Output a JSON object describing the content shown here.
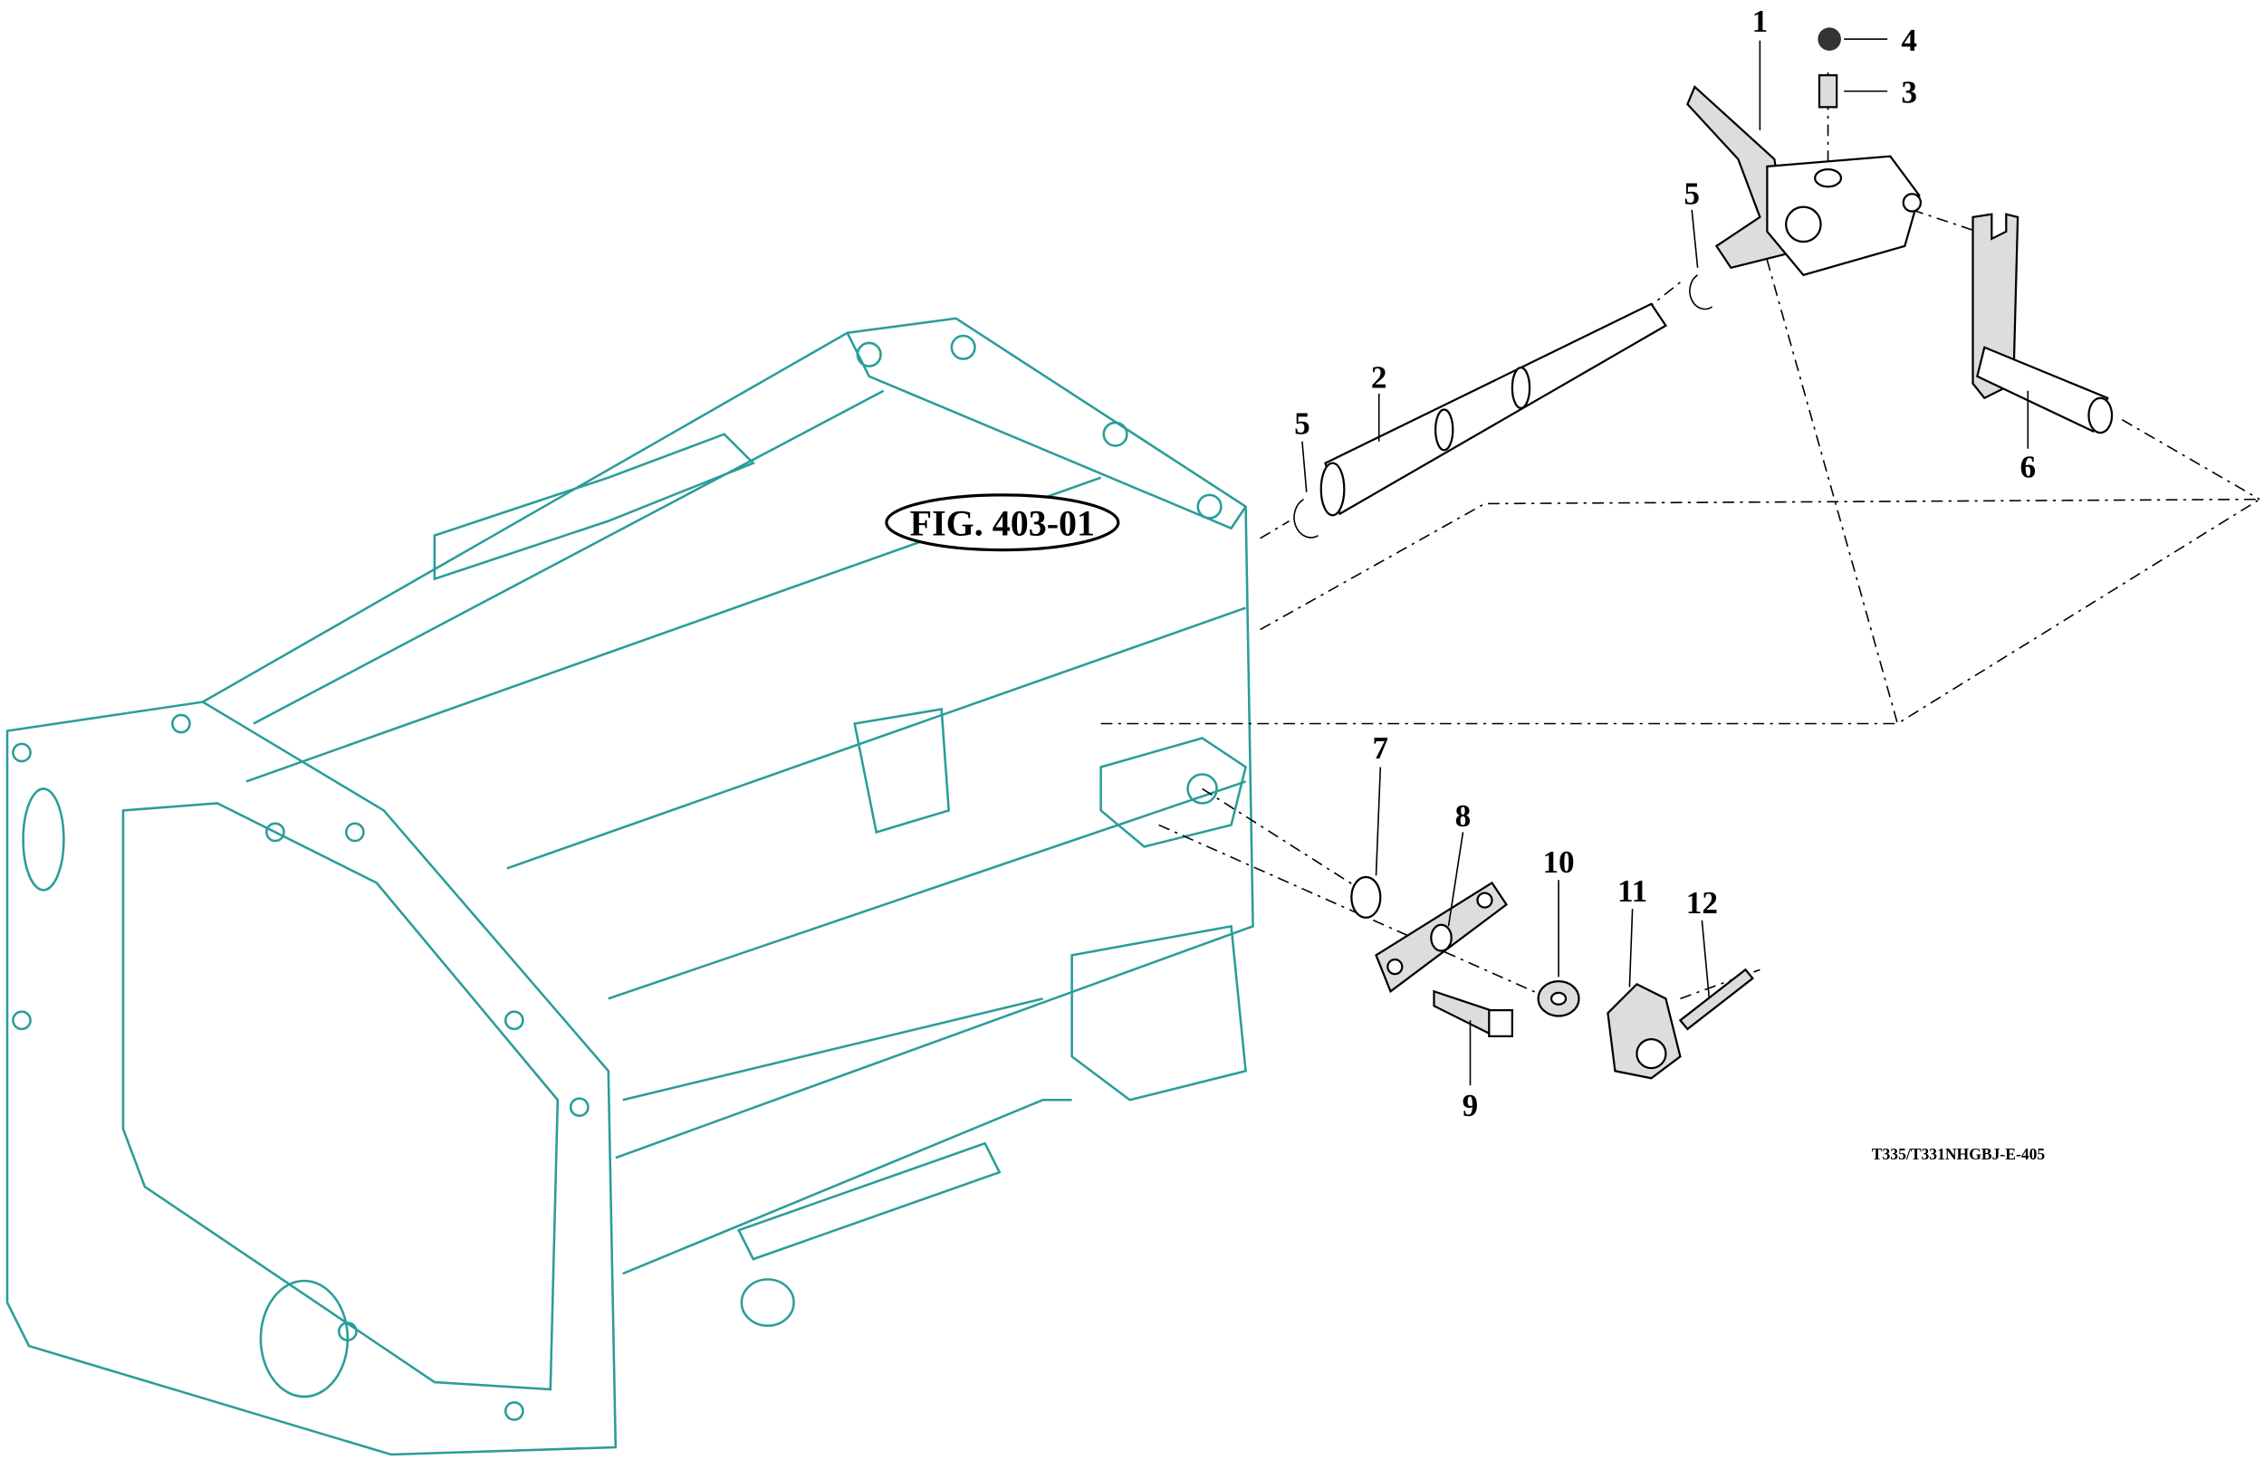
{
  "figure_reference": "FIG. 403-01",
  "drawing_code": "T335/T331NHGBJ-E-405",
  "callouts": [
    "1",
    "2",
    "3",
    "4",
    "5",
    "5",
    "6",
    "7",
    "8",
    "9",
    "10",
    "11",
    "12"
  ],
  "colors": {
    "housing": "#2a9d9a",
    "parts": "#000000"
  }
}
